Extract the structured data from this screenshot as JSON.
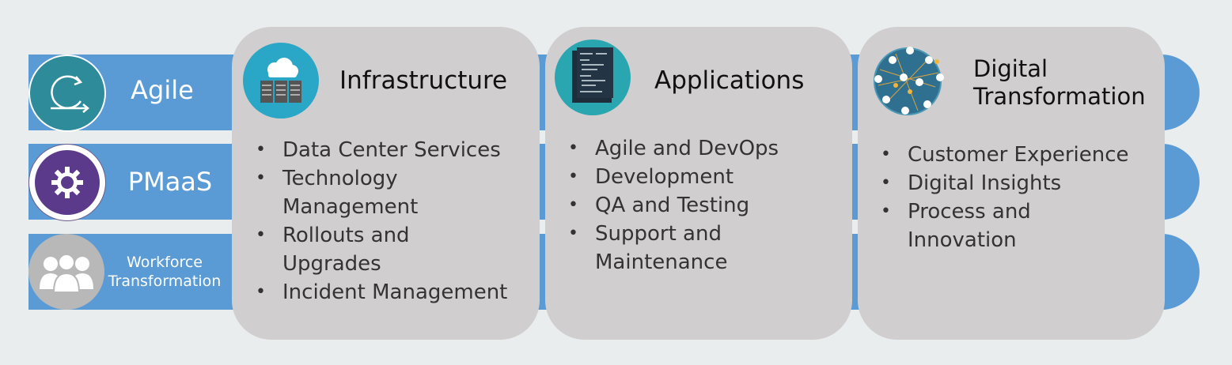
{
  "rows": [
    {
      "label": "Agile",
      "icon": "agile-cycle-icon",
      "color": "#2e8b99"
    },
    {
      "label": "PMaaS",
      "icon": "gear-icon",
      "color": "#5b3a8c"
    },
    {
      "label_line1": "Workforce",
      "label_line2": "Transformation",
      "icon": "people-group-icon",
      "color": "#b8b8b8"
    }
  ],
  "cards": [
    {
      "title": "Infrastructure",
      "icon": "cloud-server-icon",
      "items": [
        {
          "line1": "Data Center Services"
        },
        {
          "line1": "Technology",
          "line2": "Management"
        },
        {
          "line1": "Rollouts and",
          "line2": "Upgrades"
        },
        {
          "line1": "Incident Management"
        }
      ]
    },
    {
      "title": "Applications",
      "icon": "code-window-icon",
      "items": [
        {
          "line1": "Agile and DevOps"
        },
        {
          "line1": "Development"
        },
        {
          "line1": "QA and Testing"
        },
        {
          "line1": "Support and",
          "line2": "Maintenance"
        }
      ]
    },
    {
      "title_line1": "Digital",
      "title_line2": "Transformation",
      "icon": "network-globe-icon",
      "items": [
        {
          "line1": "Customer Experience"
        },
        {
          "line1": "Digital Insights"
        },
        {
          "line1": "Process and",
          "line2": "Innovation"
        }
      ]
    }
  ],
  "colors": {
    "band": "#5b9bd5",
    "card": "#d0cece",
    "background": "#e9edee"
  }
}
